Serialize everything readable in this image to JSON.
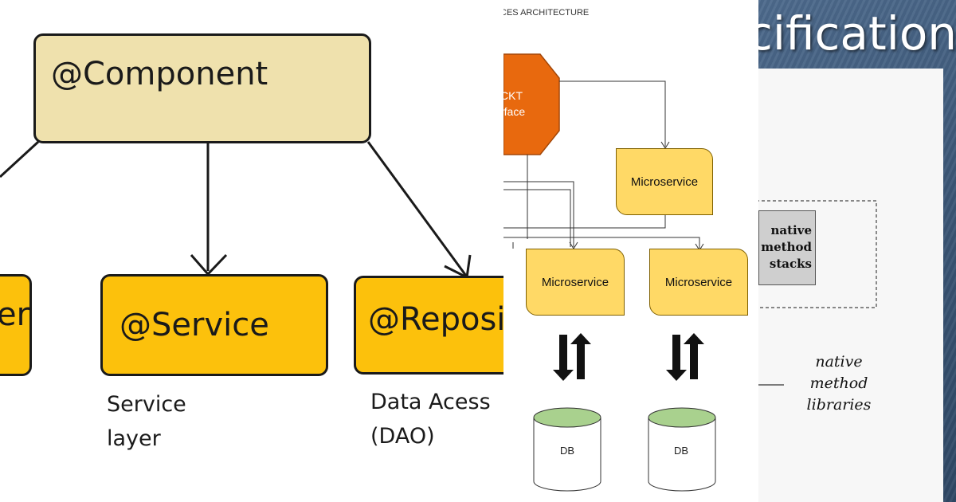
{
  "spring_diagram": {
    "component_label": "@Component",
    "controller_label_fragment": "er",
    "service_label": "@Service",
    "repository_label": "@Reposi",
    "service_caption": [
      "Service",
      "layer"
    ],
    "repository_caption": [
      "Data Acess",
      "(DAO)"
    ],
    "colors": {
      "component_fill": "#efe1ad",
      "leaf_fill": "#fcc10c",
      "stroke": "#1a1a1a"
    }
  },
  "microservices_diagram": {
    "title": "CES ARCHITECTURE",
    "ui_label_lines": [
      "CKT",
      "rface"
    ],
    "microservice_top": "Microservice",
    "microservice_left": "Microservice",
    "microservice_right": "Microservice",
    "db_left": "DB",
    "db_right": "DB",
    "colors": {
      "ui_fill": "#e8690e",
      "box_fill": "#ffd966",
      "db_top": "#a9d18e"
    }
  },
  "jvm_slide": {
    "title": "cification",
    "native_stacks_lines": [
      "native",
      "method",
      "stacks"
    ],
    "native_libraries_lines": [
      "native",
      "method",
      "libraries"
    ],
    "colors": {
      "slide_bg": "#3b5676",
      "card": "#f7f7f7"
    }
  }
}
